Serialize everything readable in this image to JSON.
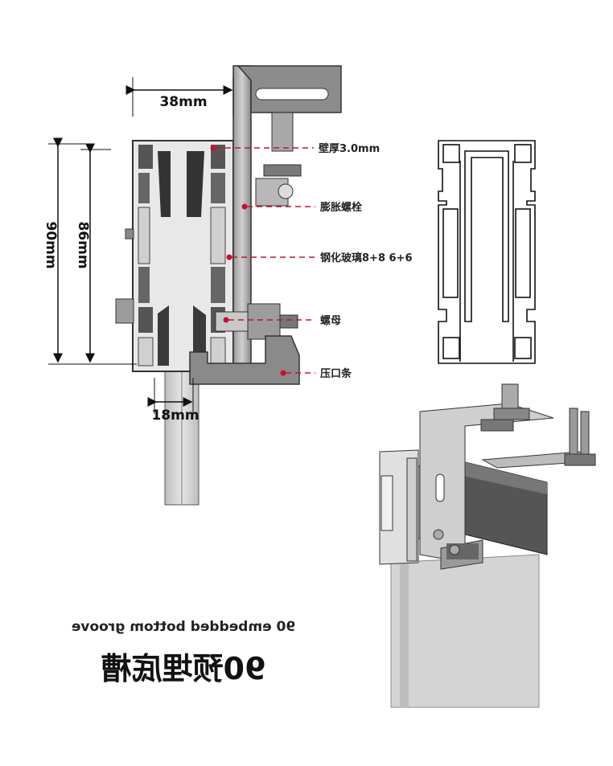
{
  "dimensions": {
    "width_top": "38mm",
    "height_outer": "90mm",
    "height_inner": "86mm",
    "glass_thickness": "18mm"
  },
  "callouts": [
    {
      "id": "wall",
      "label": "壁厚3.0mm"
    },
    {
      "id": "bolt",
      "label": "膨胀螺栓"
    },
    {
      "id": "glass",
      "label": "钢化玻璃8+8 6+6"
    },
    {
      "id": "nut",
      "label": "螺母"
    },
    {
      "id": "cover",
      "label": "压口条"
    }
  ],
  "title": {
    "cn": "90预埋底槽",
    "en": "90 embedded bottom groove"
  },
  "colors": {
    "accent_red": "#c8102e",
    "metal_dark": "#666666",
    "metal_light": "#d8d8d8",
    "line": "#111111"
  }
}
